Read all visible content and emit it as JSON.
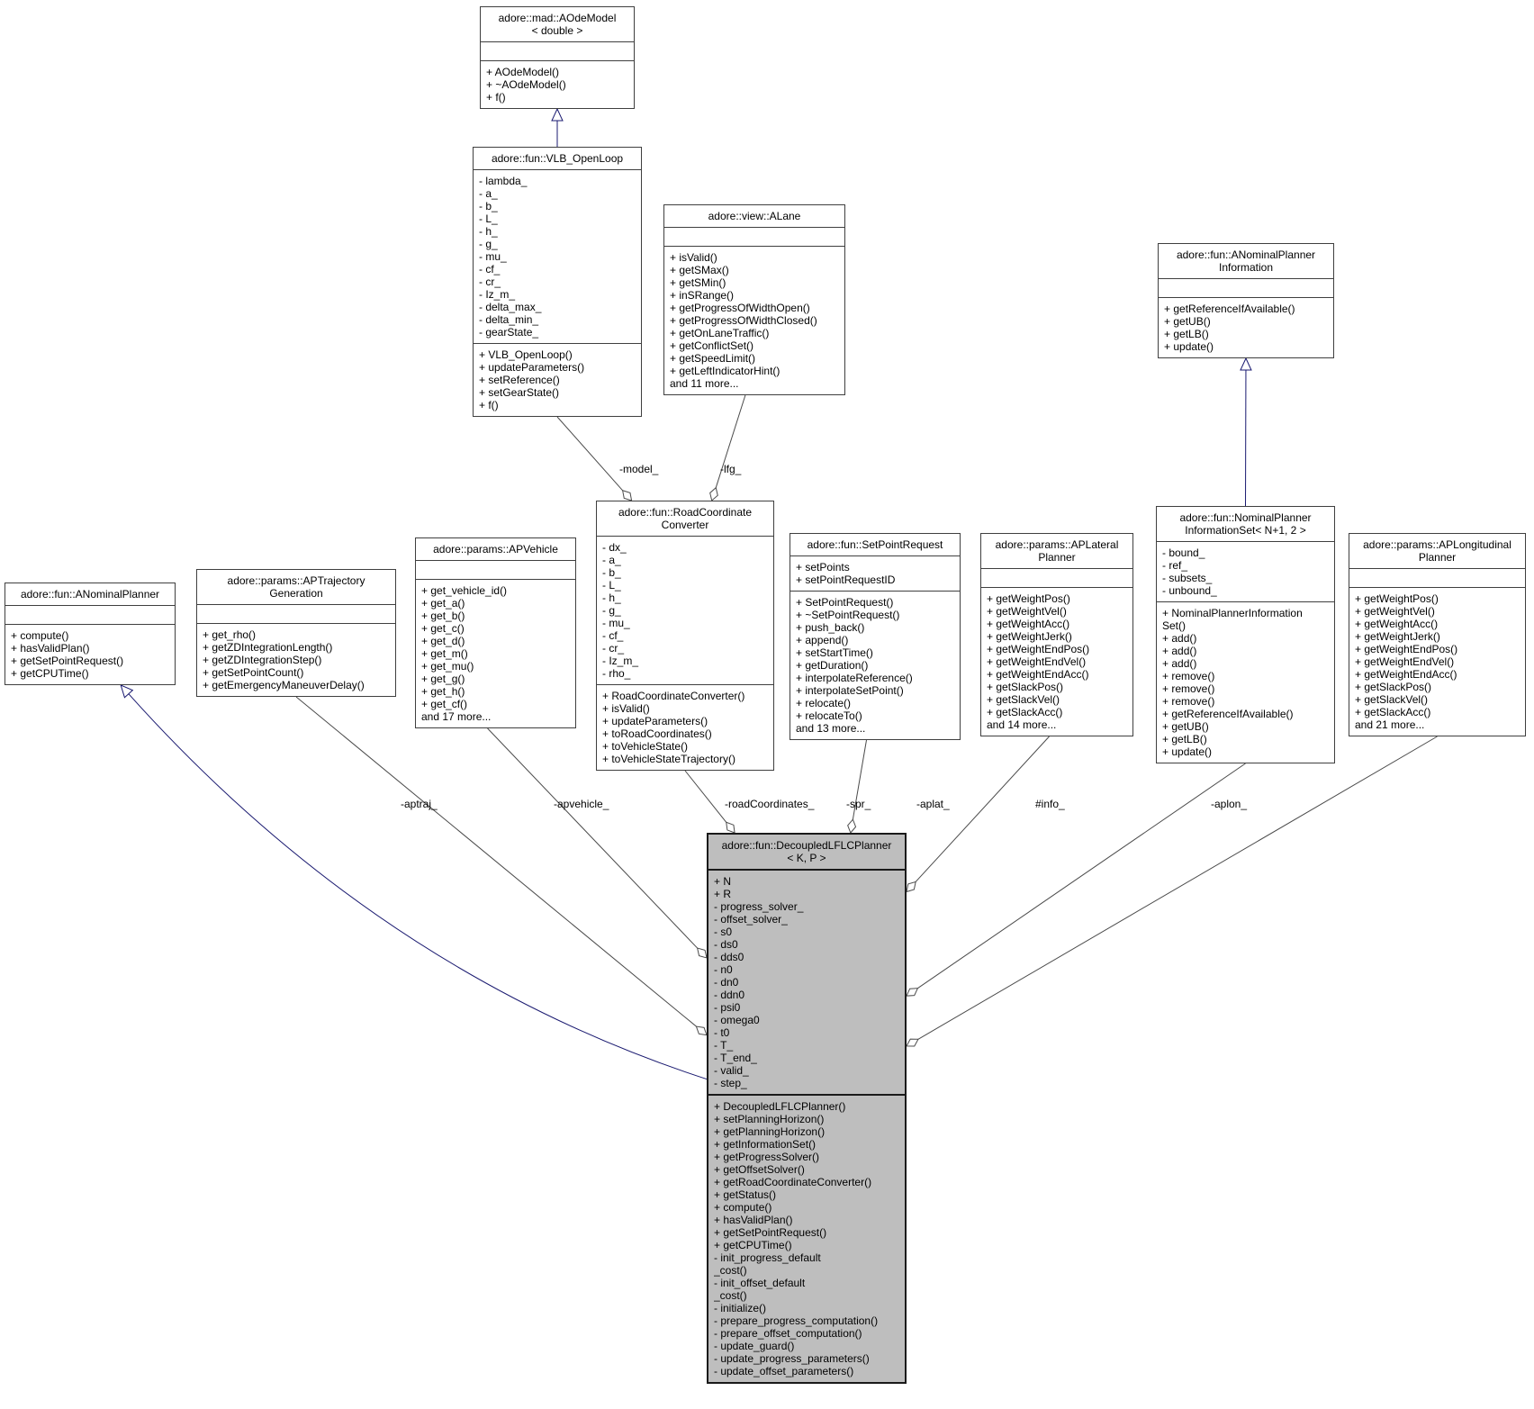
{
  "diagram": {
    "type": "uml-collaboration-diagram",
    "colors": {
      "box_border": "#3f3f3f",
      "box_fill": "#ffffff",
      "highlight_fill": "#bebebe",
      "inheritance_edge": "#191970",
      "association_edge": "#4a4a4a",
      "text": "#000000"
    }
  },
  "classes": {
    "aodemodel": {
      "title": [
        "adore::mad::AOdeModel",
        "< double >"
      ],
      "attributes": [],
      "methods": [
        "+ AOdeModel()",
        "+ ~AOdeModel()",
        "+ f()"
      ]
    },
    "vlb_openloop": {
      "title": [
        "adore::fun::VLB_OpenLoop"
      ],
      "attributes": [
        "- lambda_",
        "- a_",
        "- b_",
        "- L_",
        "- h_",
        "- g_",
        "- mu_",
        "- cf_",
        "- cr_",
        "- Iz_m_",
        "- delta_max_",
        "- delta_min_",
        "- gearState_"
      ],
      "methods": [
        "+ VLB_OpenLoop()",
        "+ updateParameters()",
        "+ setReference()",
        "+ setGearState()",
        "+ f()"
      ]
    },
    "alane": {
      "title": [
        "adore::view::ALane"
      ],
      "attributes": [],
      "methods": [
        "+ isValid()",
        "+ getSMax()",
        "+ getSMin()",
        "+ inSRange()",
        "+ getProgressOfWidthOpen()",
        "+ getProgressOfWidthClosed()",
        "+ getOnLaneTraffic()",
        "+ getConflictSet()",
        "+ getSpeedLimit()",
        "+ getLeftIndicatorHint()",
        "and 11 more..."
      ]
    },
    "anominal_planner_information": {
      "title": [
        "adore::fun::ANominalPlanner",
        "Information"
      ],
      "attributes": [],
      "methods": [
        "+ getReferenceIfAvailable()",
        "+ getUB()",
        "+ getLB()",
        "+ update()"
      ]
    },
    "road_coordinate_converter": {
      "title": [
        "adore::fun::RoadCoordinate",
        "Converter"
      ],
      "attributes": [
        "- dx_",
        "- a_",
        "- b_",
        "- L_",
        "- h_",
        "- g_",
        "- mu_",
        "- cf_",
        "- cr_",
        "- Iz_m_",
        "- rho_"
      ],
      "methods": [
        "+ RoadCoordinateConverter()",
        "+ isValid()",
        "+ updateParameters()",
        "+ toRoadCoordinates()",
        "+ toVehicleState()",
        "+ toVehicleStateTrajectory()"
      ]
    },
    "apvehicle": {
      "title": [
        "adore::params::APVehicle"
      ],
      "attributes": [],
      "methods": [
        "+ get_vehicle_id()",
        "+ get_a()",
        "+ get_b()",
        "+ get_c()",
        "+ get_d()",
        "+ get_m()",
        "+ get_mu()",
        "+ get_g()",
        "+ get_h()",
        "+ get_cf()",
        "and 17 more..."
      ]
    },
    "set_point_request": {
      "title": [
        "adore::fun::SetPointRequest"
      ],
      "attributes": [
        "+ setPoints",
        "+ setPointRequestID"
      ],
      "methods": [
        "+ SetPointRequest()",
        "+ ~SetPointRequest()",
        "+ push_back()",
        "+ append()",
        "+ setStartTime()",
        "+ getDuration()",
        "+ interpolateReference()",
        "+ interpolateSetPoint()",
        "+ relocate()",
        "+ relocateTo()",
        "and 13 more..."
      ]
    },
    "aplateral_planner": {
      "title": [
        "adore::params::APLateral",
        "Planner"
      ],
      "attributes": [],
      "methods": [
        "+ getWeightPos()",
        "+ getWeightVel()",
        "+ getWeightAcc()",
        "+ getWeightJerk()",
        "+ getWeightEndPos()",
        "+ getWeightEndVel()",
        "+ getWeightEndAcc()",
        "+ getSlackPos()",
        "+ getSlackVel()",
        "+ getSlackAcc()",
        "and 14 more..."
      ]
    },
    "nominal_planner_information_set": {
      "title": [
        "adore::fun::NominalPlanner",
        "InformationSet< N+1, 2 >"
      ],
      "attributes": [
        "- bound_",
        "- ref_",
        "- subsets_",
        "- unbound_"
      ],
      "methods": [
        "+ NominalPlannerInformation",
        "Set()",
        "+ add()",
        "+ add()",
        "+ add()",
        "+ remove()",
        "+ remove()",
        "+ remove()",
        "+ getReferenceIfAvailable()",
        "+ getUB()",
        "+ getLB()",
        "+ update()"
      ]
    },
    "aplongitudinal_planner": {
      "title": [
        "adore::params::APLongitudinal",
        "Planner"
      ],
      "attributes": [],
      "methods": [
        "+ getWeightPos()",
        "+ getWeightVel()",
        "+ getWeightAcc()",
        "+ getWeightJerk()",
        "+ getWeightEndPos()",
        "+ getWeightEndVel()",
        "+ getWeightEndAcc()",
        "+ getSlackPos()",
        "+ getSlackVel()",
        "+ getSlackAcc()",
        "and 21 more..."
      ]
    },
    "anominal_planner": {
      "title": [
        "adore::fun::ANominalPlanner"
      ],
      "attributes": [],
      "methods": [
        "+ compute()",
        "+ hasValidPlan()",
        "+ getSetPointRequest()",
        "+ getCPUTime()"
      ]
    },
    "aptrajectory_generation": {
      "title": [
        "adore::params::APTrajectory",
        "Generation"
      ],
      "attributes": [],
      "methods": [
        "+ get_rho()",
        "+ getZDIntegrationLength()",
        "+ getZDIntegrationStep()",
        "+ getSetPointCount()",
        "+ getEmergencyManeuverDelay()"
      ]
    },
    "decoupled_lflc_planner": {
      "title": [
        "adore::fun::DecoupledLFLCPlanner",
        "< K, P >"
      ],
      "attributes": [
        "+ N",
        "+ R",
        "- progress_solver_",
        "- offset_solver_",
        "- s0",
        "- ds0",
        "- dds0",
        "- n0",
        "- dn0",
        "- ddn0",
        "- psi0",
        "- omega0",
        "- t0",
        "- T_",
        "- T_end_",
        "- valid_",
        "- step_"
      ],
      "methods": [
        "+ DecoupledLFLCPlanner()",
        "+ setPlanningHorizon()",
        "+ getPlanningHorizon()",
        "+ getInformationSet()",
        "+ getProgressSolver()",
        "+ getOffsetSolver()",
        "+ getRoadCoordinateConverter()",
        "+ getStatus()",
        "+ compute()",
        "+ hasValidPlan()",
        "+ getSetPointRequest()",
        "+ getCPUTime()",
        "- init_progress_default",
        "_cost()",
        "- init_offset_default",
        "_cost()",
        "- initialize()",
        "- prepare_progress_computation()",
        "- prepare_offset_computation()",
        "- update_guard()",
        "- update_progress_parameters()",
        "- update_offset_parameters()"
      ]
    }
  },
  "edge_labels": {
    "model": "-model_",
    "lfg": "-lfg_",
    "aptraj": "-aptraj_",
    "apvehicle": "-apvehicle_",
    "road_coordinates": "-roadCoordinates_",
    "spr": "-spr_",
    "aplat": "-aplat_",
    "info": "#info_",
    "aplon": "-aplon_"
  }
}
